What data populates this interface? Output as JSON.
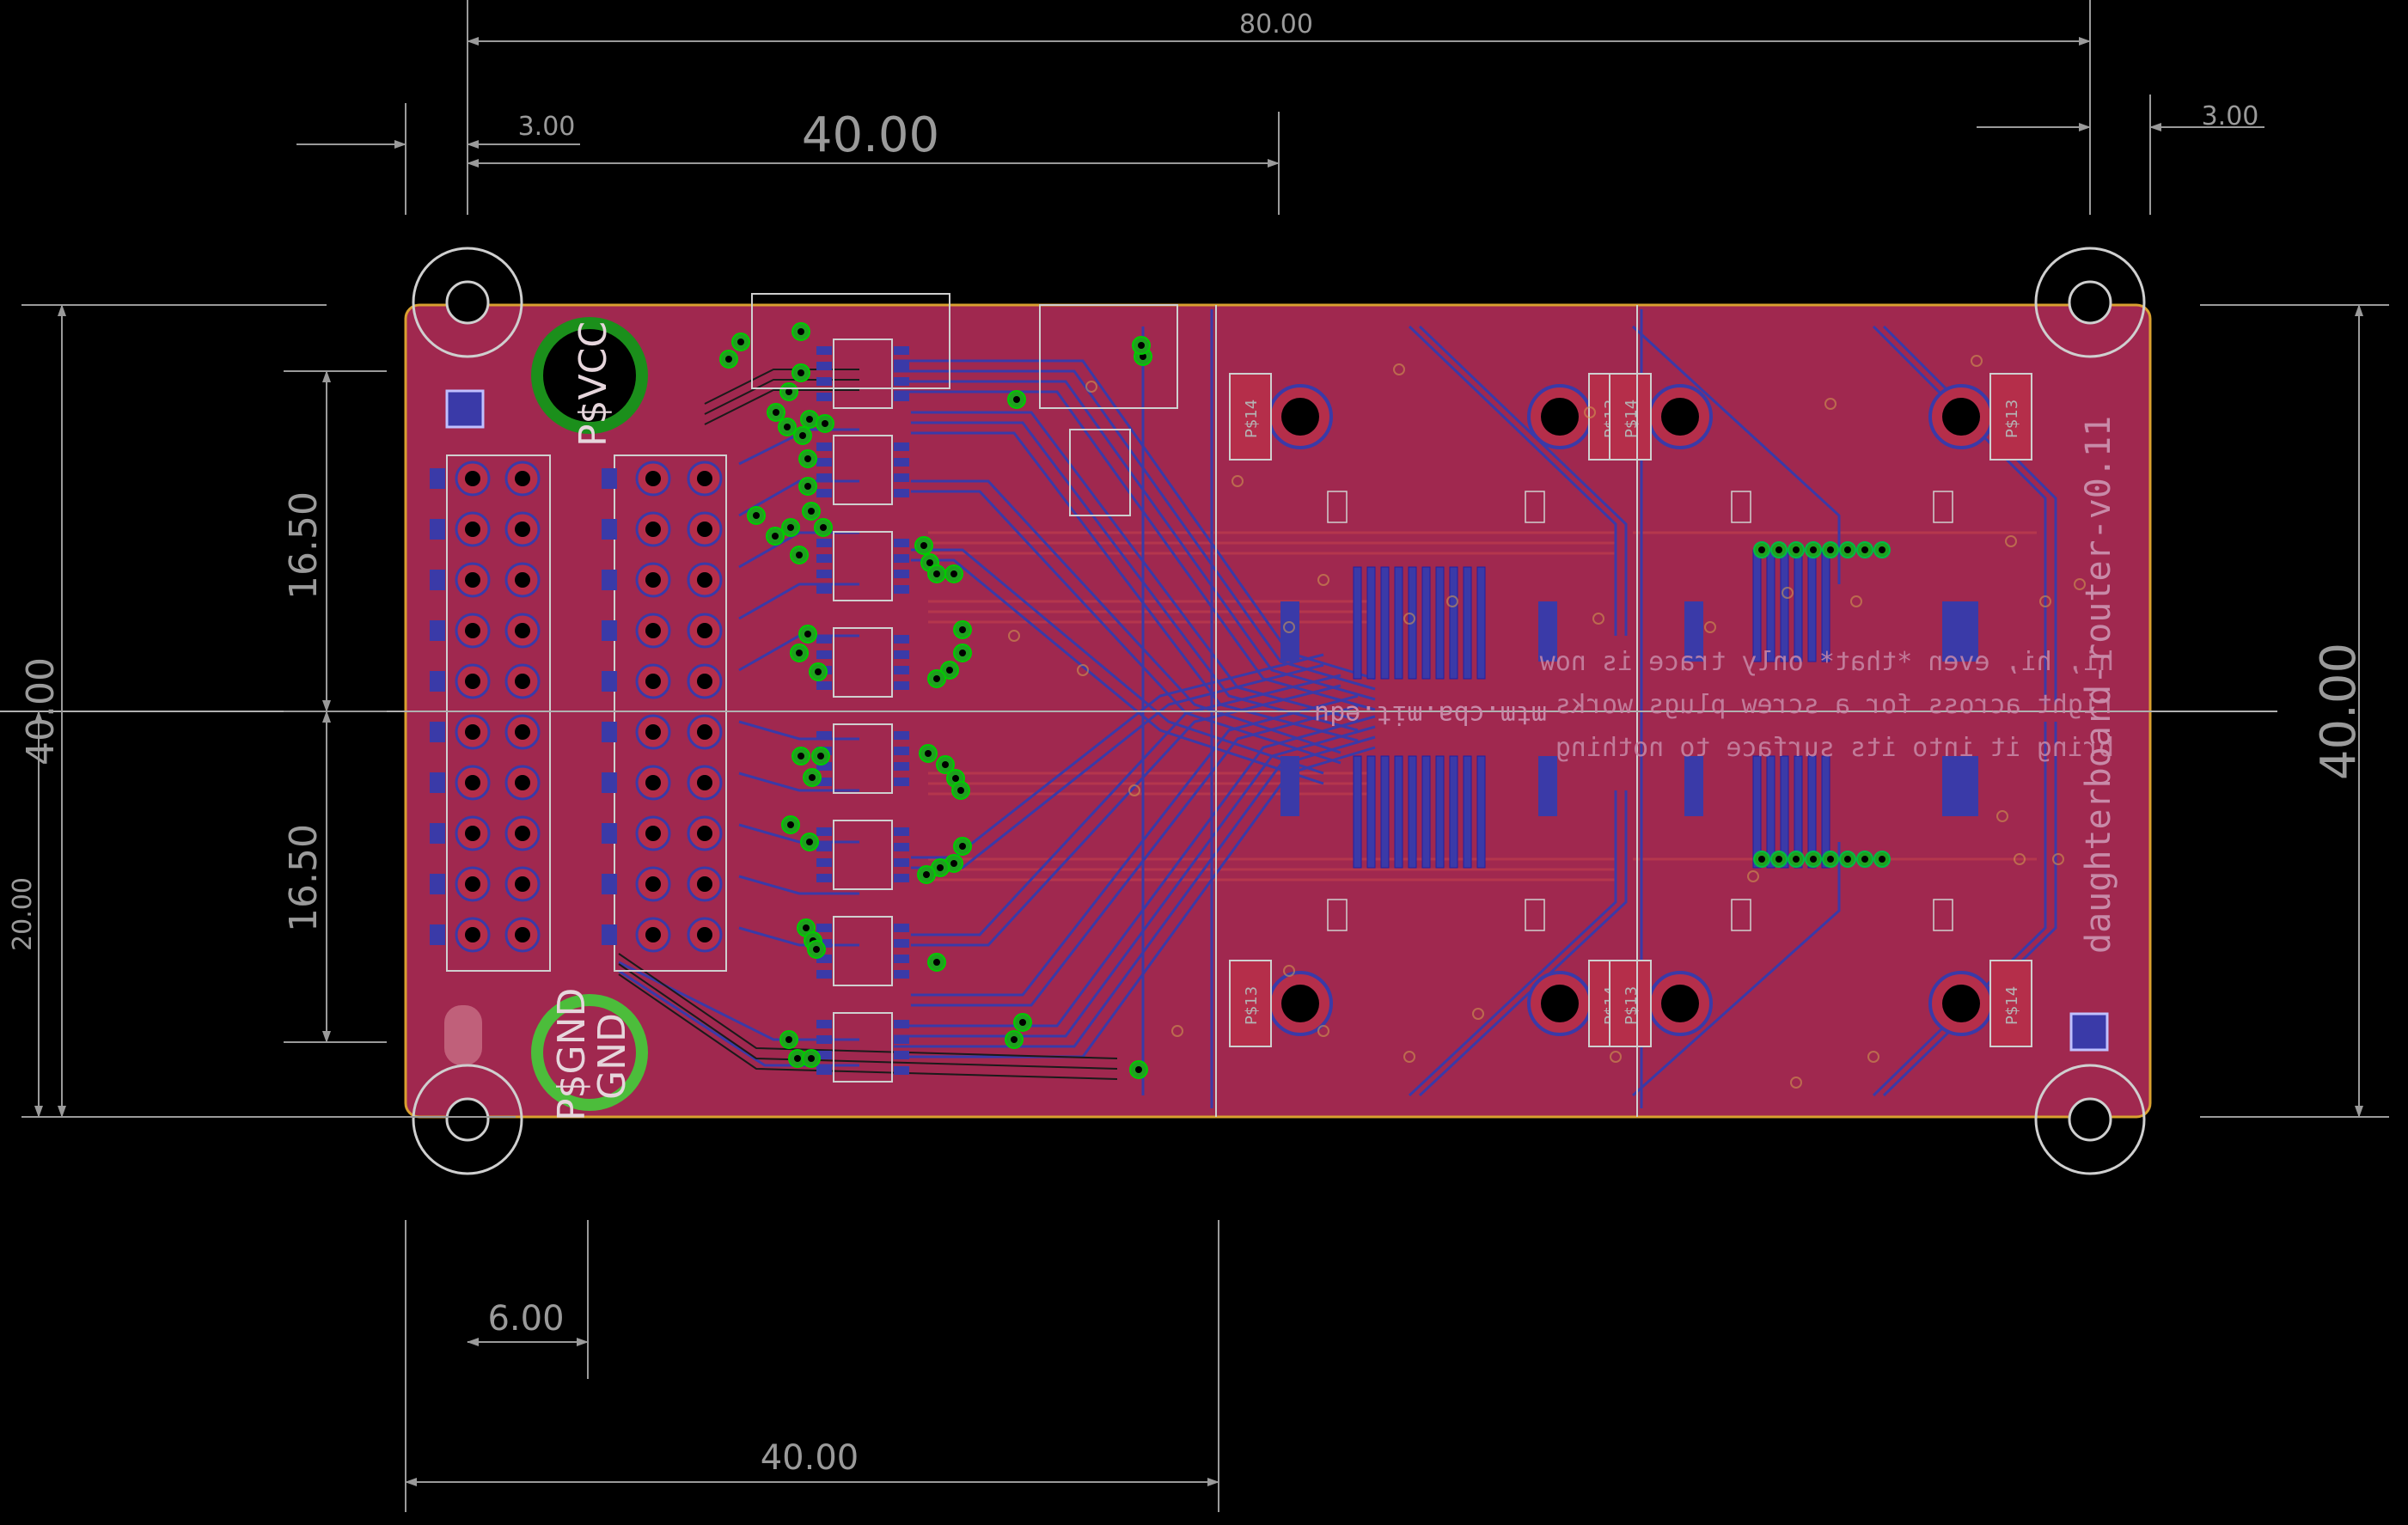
{
  "board": {
    "silkscreen_title": "daughterboard-router-v0.11",
    "mirrored_text": "mtm.cba.mit.edu",
    "mirrored_note_lines": [
      "hi, hi, even *that* only trace is now",
      "right across for a screw plugs works",
      "bring it into its surface to nothing"
    ],
    "pad_vcc_label": "P$VCC",
    "pad_gnd_label": "P$GND",
    "pad_gnd_label2": "GND"
  },
  "dimensions": {
    "top_total": "80.00",
    "top_half": "40.00",
    "top_left_offset": "3.00",
    "top_right_offset": "3.00",
    "left_upper": "16.50",
    "left_lower": "16.50",
    "left_total": "40.00",
    "left_half": "20.00",
    "right_total": "40.00",
    "bottom_small": "6.00",
    "bottom_half": "40.00"
  },
  "screw_labels": {
    "top": [
      "P$14",
      "P$13",
      "P$14",
      "P$13"
    ],
    "bottom": [
      "P$13",
      "P$14",
      "P$13",
      "P$14"
    ]
  },
  "colors": {
    "background": "#000000",
    "board_fill": "#a0284f",
    "top_copper": "#b4304a",
    "bottom_copper": "#3a3aa8",
    "via_ring": "#1fa01f",
    "outline": "#d9a030",
    "dimension": "#9a9a9a"
  }
}
